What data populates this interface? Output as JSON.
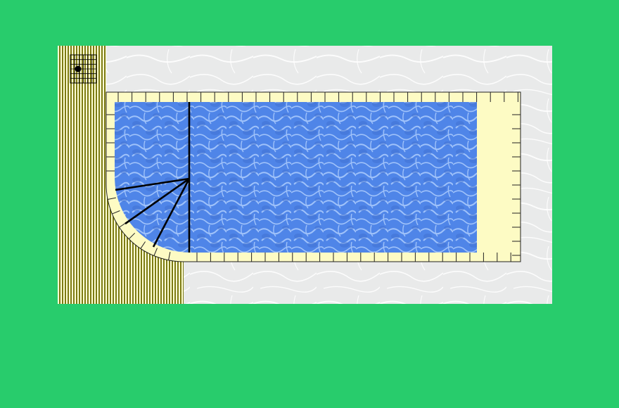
{
  "colors": {
    "background": "#28cc6c",
    "paving": "#e9eaea",
    "paving_vein": "#ffffff",
    "deck": "#ffffd6",
    "deck_stripe": "#7c7a12",
    "coping": "#fdfbc4",
    "coping_line": "#222222",
    "water": "#4f85e8",
    "water_light": "#9fc2fa",
    "water_dark": "#3f6fd0",
    "step_line": "#000000",
    "drain_grid": "#000000",
    "drain_dot": "#000000"
  },
  "elements": {
    "pool": "rectangular-pool-with-quarter-round-steps",
    "steps": {
      "count": 3,
      "shape": "quarter-circle",
      "corner": "bottom-left"
    },
    "decking": [
      "left-deck",
      "right-deck-strip"
    ],
    "surround": "stone-paving",
    "drain": "floor-drain-grate"
  }
}
